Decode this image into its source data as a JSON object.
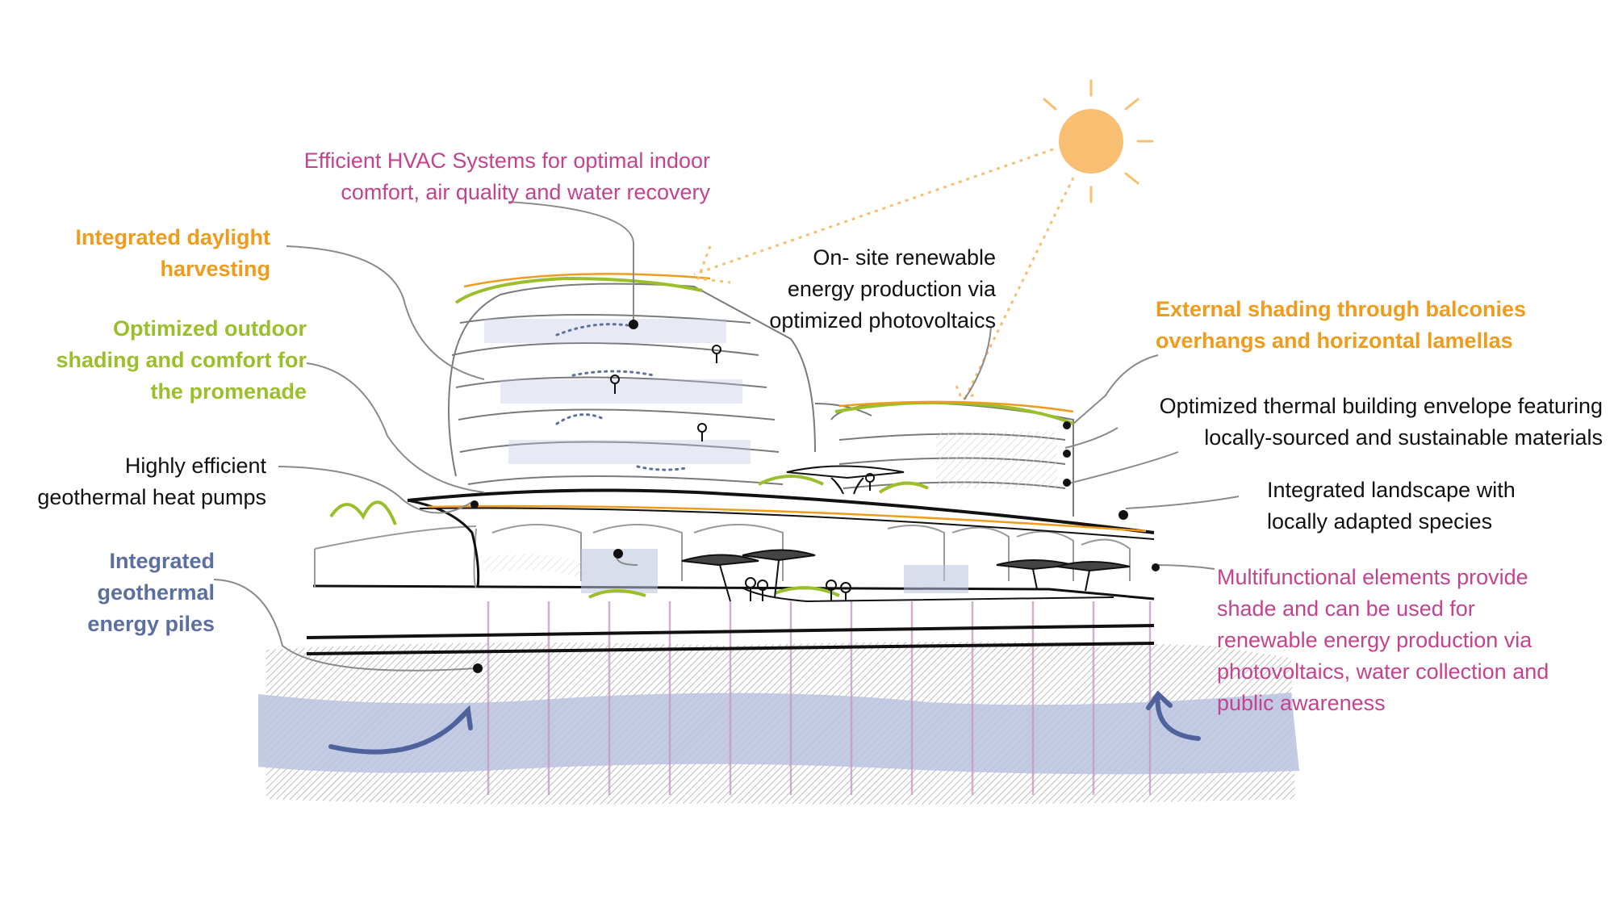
{
  "colors": {
    "magenta": "#c4428e",
    "orange": "#ef9b1c",
    "green": "#9bbf2b",
    "blue": "#5b6fa0",
    "ink": "#111111",
    "sun": "#f8bf72",
    "ground": "#b9c3df",
    "pile": "#c79ac4"
  },
  "labels": {
    "hvac": {
      "line1": "Efficient HVAC Systems for optimal indoor",
      "line2": "comfort, air quality and water recovery"
    },
    "daylight": {
      "line1": "Integrated daylight",
      "line2": "harvesting"
    },
    "outdoor": {
      "line1": "Optimized outdoor",
      "line2": "shading and comfort for",
      "line3": "the promenade"
    },
    "heatpumps": {
      "line1": "Highly efficient",
      "line2": "geothermal heat pumps"
    },
    "piles": {
      "line1": "Integrated",
      "line2": "geothermal",
      "line3": "energy piles"
    },
    "pv": {
      "line1": "On- site renewable",
      "line2": "energy production via",
      "line3": "optimized photovoltaics"
    },
    "shading": {
      "line1": "External shading through balconies",
      "line2": "overhangs and horizontal lamellas"
    },
    "envelope": {
      "line1": "Optimized thermal building envelope featuring",
      "line2": "locally-sourced and sustainable materials"
    },
    "landscape": {
      "line1": "Integrated landscape with",
      "line2": "locally adapted species"
    },
    "multi": {
      "line1": "Multifunctional elements provide",
      "line2": "shade and can be used for",
      "line3": "renewable energy production via",
      "line4": "photovoltaics, water collection and",
      "line5": "public awareness"
    }
  },
  "icons": [
    "sun-icon",
    "heat-flow-arrow-icon",
    "person-icon",
    "tree-canopy-icon",
    "callout-dot-icon"
  ]
}
